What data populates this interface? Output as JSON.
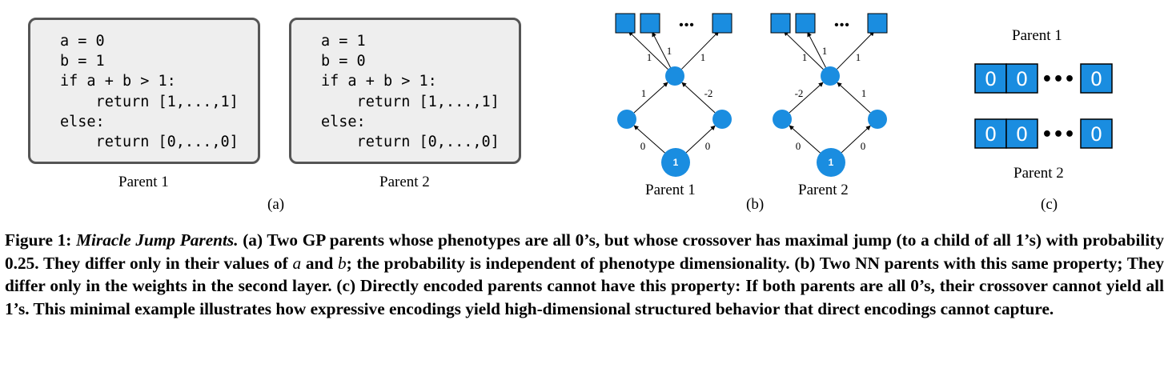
{
  "panel_a": {
    "parent1_code": "a = 0\nb = 1\nif a + b > 1:\n    return [1,...,1]\nelse:\n    return [0,...,0]",
    "parent2_code": "a = 1\nb = 0\nif a + b > 1:\n    return [1,...,1]\nelse:\n    return [0,...,0]",
    "parent1_label": "Parent 1",
    "parent2_label": "Parent 2",
    "sublabel": "(a)"
  },
  "panel_b": {
    "parent1_label": "Parent 1",
    "parent2_label": "Parent 2",
    "sublabel": "(b)",
    "ellipsis": "•••",
    "input_node": "1",
    "net1_weights": {
      "in_left": "0",
      "in_right": "0",
      "hidden_left": "1",
      "hidden_right": "-2",
      "out1": "1",
      "out2": "1",
      "out_last": "1"
    },
    "net2_weights": {
      "in_left": "0",
      "in_right": "0",
      "hidden_left": "-2",
      "hidden_right": "1",
      "out1": "1",
      "out2": "1",
      "out_last": "1"
    },
    "node_color": "#1a8de0"
  },
  "panel_c": {
    "parent1_label": "Parent 1",
    "parent2_label": "Parent 2",
    "sublabel": "(c)",
    "row1": [
      "0",
      "0",
      "0"
    ],
    "row2": [
      "0",
      "0",
      "0"
    ],
    "dots": "•••",
    "cell_color": "#1a8de0"
  },
  "caption": {
    "figure_label": "Figure 1:",
    "title": "Miracle Jump Parents.",
    "seg1": " (a) Two GP parents whose phenotypes are all 0’s, but whose crossover has maximal jump (to a child of all 1’s) with probability 0.25. They differ only in their values of ",
    "var_a": "a",
    "seg2": " and ",
    "var_b": "b",
    "seg3": "; the probability is independent of phenotype dimensionality. (b) Two NN parents with this same property; They differ only in the weights in the second layer. (c) Directly encoded parents cannot have this property: If both parents are all 0’s, their crossover cannot yield all 1’s. This minimal example illustrates how expressive encodings yield high-dimensional structured behavior that direct encodings cannot capture."
  }
}
